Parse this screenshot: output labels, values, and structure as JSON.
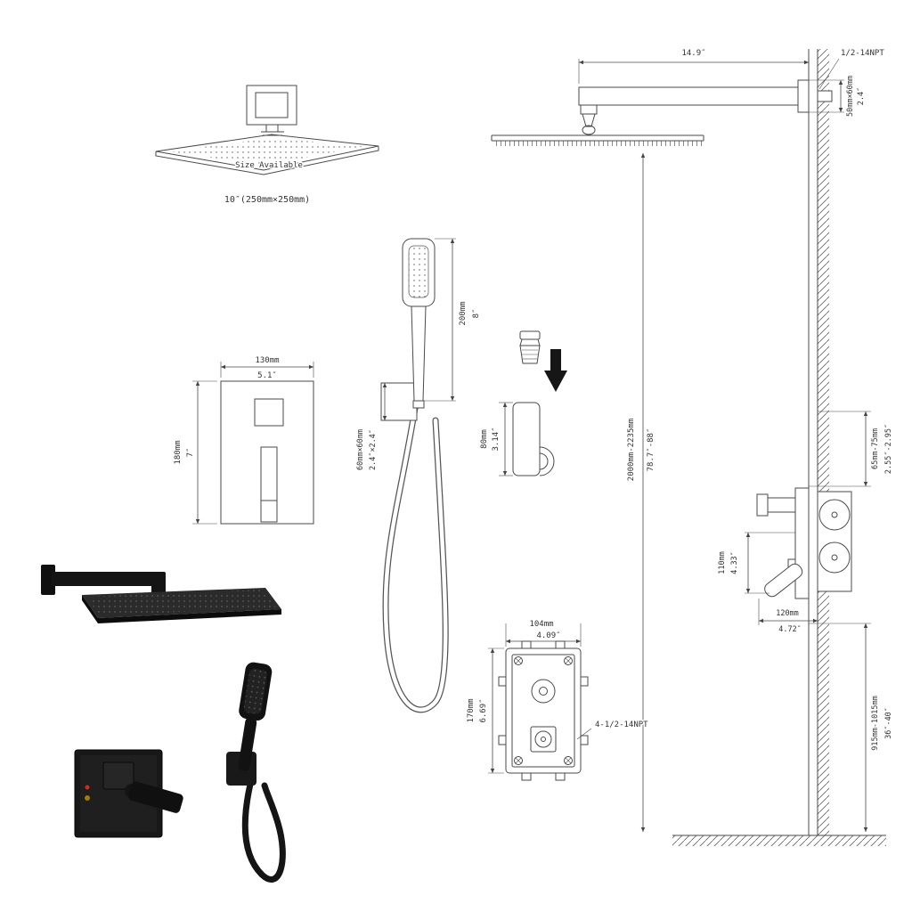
{
  "top_left_head": {
    "label": "Size Available",
    "size": "10″(250mm×250mm)"
  },
  "top_right": {
    "arm_length": "14.9″",
    "npt": "1/2-14NPT",
    "flange_mm": "50mm×60mm",
    "flange_in": "2.4″",
    "height_mm": "2000mm-2235mm",
    "height_in": "78.7″-88″"
  },
  "trim_front": {
    "width_mm": "130mm",
    "width_in": "5.1″",
    "height_mm": "180mm",
    "height_in": "7″"
  },
  "handheld": {
    "length_mm": "200mm",
    "length_in": "8″",
    "bracket_mm": "60mm×60mm",
    "bracket_in": "2.4″×2.4″"
  },
  "holder": {
    "height_mm": "80mm",
    "height_in": "3.14″"
  },
  "valve_side": {
    "depth_mm": "65mm-75mm",
    "depth_in": "2.55″-2.95″",
    "handle_h_mm": "110mm",
    "handle_h_in": "4.33″",
    "width_mm": "120mm",
    "width_in": "4.72″",
    "floor_mm": "915mm-1015mm",
    "floor_in": "36″-40″"
  },
  "rough_in": {
    "width_mm": "104mm",
    "width_in": "4.09″",
    "height_mm": "170mm",
    "height_in": "6.69″",
    "npt": "4-1/2-14NPT"
  },
  "colors": {
    "line": "#4a4a4a",
    "product_black": "#151515"
  }
}
